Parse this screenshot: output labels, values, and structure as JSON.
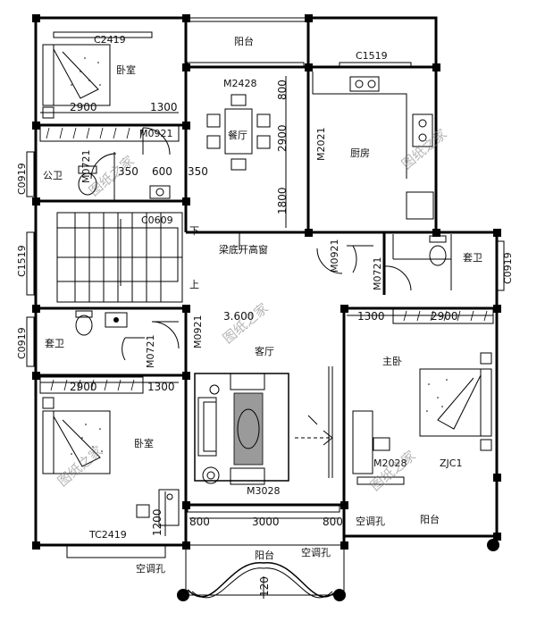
{
  "rooms": {
    "bedroom_nw": "卧室",
    "balcony_n": "阳台",
    "dining": "餐厅",
    "kitchen": "厨房",
    "public_wc": "公卫",
    "beam_window": "梁底开高窗",
    "ensuite_e": "套卫",
    "living": "客厅",
    "master": "主卧",
    "ensuite_w": "套卫",
    "bedroom_sw": "卧室",
    "balcony_se": "阳台",
    "balcony_s": "阳台",
    "ac_hole_1": "空调孔",
    "ac_hole_2": "空调孔",
    "ac_hole_3": "空调孔"
  },
  "codes": {
    "c2419": "C2419",
    "m2428": "M2428",
    "c1519_top": "C1519",
    "m0921_a": "M0921",
    "m2021": "M2021",
    "c0919_a": "C0919",
    "m0721_a": "M0721",
    "c0609": "C0609",
    "c1519_left": "C1519",
    "m0921_b": "M0921",
    "m0721_b": "M0721",
    "c0919_b": "C0919",
    "c0919_c": "C0919",
    "m0921_c": "M0921",
    "m0721_c": "M0721",
    "m2028": "M2028",
    "zjc1": "ZJC1",
    "m3028": "M3028",
    "tc2419": "TC2419",
    "stair_down": "下",
    "stair_up": "上"
  },
  "dims": {
    "d2900_a": "2900",
    "d1300_a": "1300",
    "d350_a": "350",
    "d600": "600",
    "d350_b": "350",
    "d800_v": "800",
    "d2900_v": "2900",
    "d1800_v": "1800",
    "d1300_b": "1300",
    "d2900_b": "2900",
    "d2900_c": "2900",
    "d1300_c": "1300",
    "elev": "3.600",
    "d800_a": "800",
    "d3000": "3000",
    "d800_b": "800",
    "d1200": "1200",
    "d120": "120"
  },
  "watermark": "图纸之家"
}
